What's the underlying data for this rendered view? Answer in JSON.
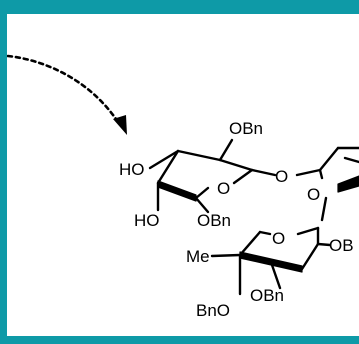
{
  "diagram": {
    "labels": {
      "obn_top": "OBn",
      "ho_top": "HO",
      "o_ring1": "O",
      "o_glyco": "O",
      "o_link": "O",
      "ho_bottom": "HO",
      "obn_ring1": "OBn",
      "me": "Me",
      "o_ring2": "O",
      "ob_right": "OB",
      "obn_ring2": "OBn",
      "bno": "BnO"
    },
    "colors": {
      "frame_border": "#0E9AA7",
      "background": "#FFFFFF",
      "ink": "#000000"
    }
  }
}
